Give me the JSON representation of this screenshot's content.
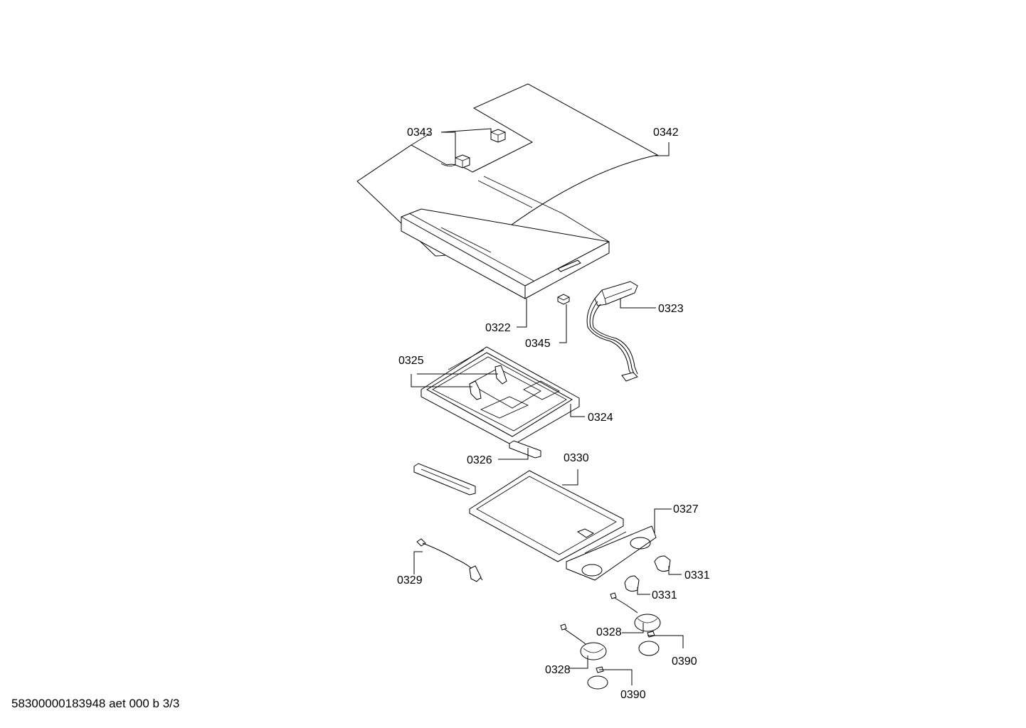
{
  "labels": {
    "l0342": "0342",
    "l0343": "0343",
    "l0322": "0322",
    "l0345": "0345",
    "l0323": "0323",
    "l0325": "0325",
    "l0324": "0324",
    "l0326": "0326",
    "l0330": "0330",
    "l0327": "0327",
    "l0329": "0329",
    "l0331a": "0331",
    "l0331b": "0331",
    "l0328a": "0328",
    "l0328b": "0328",
    "l0390a": "0390",
    "l0390b": "0390"
  },
  "footer": "58300000183948 aet 000 b 3/3"
}
